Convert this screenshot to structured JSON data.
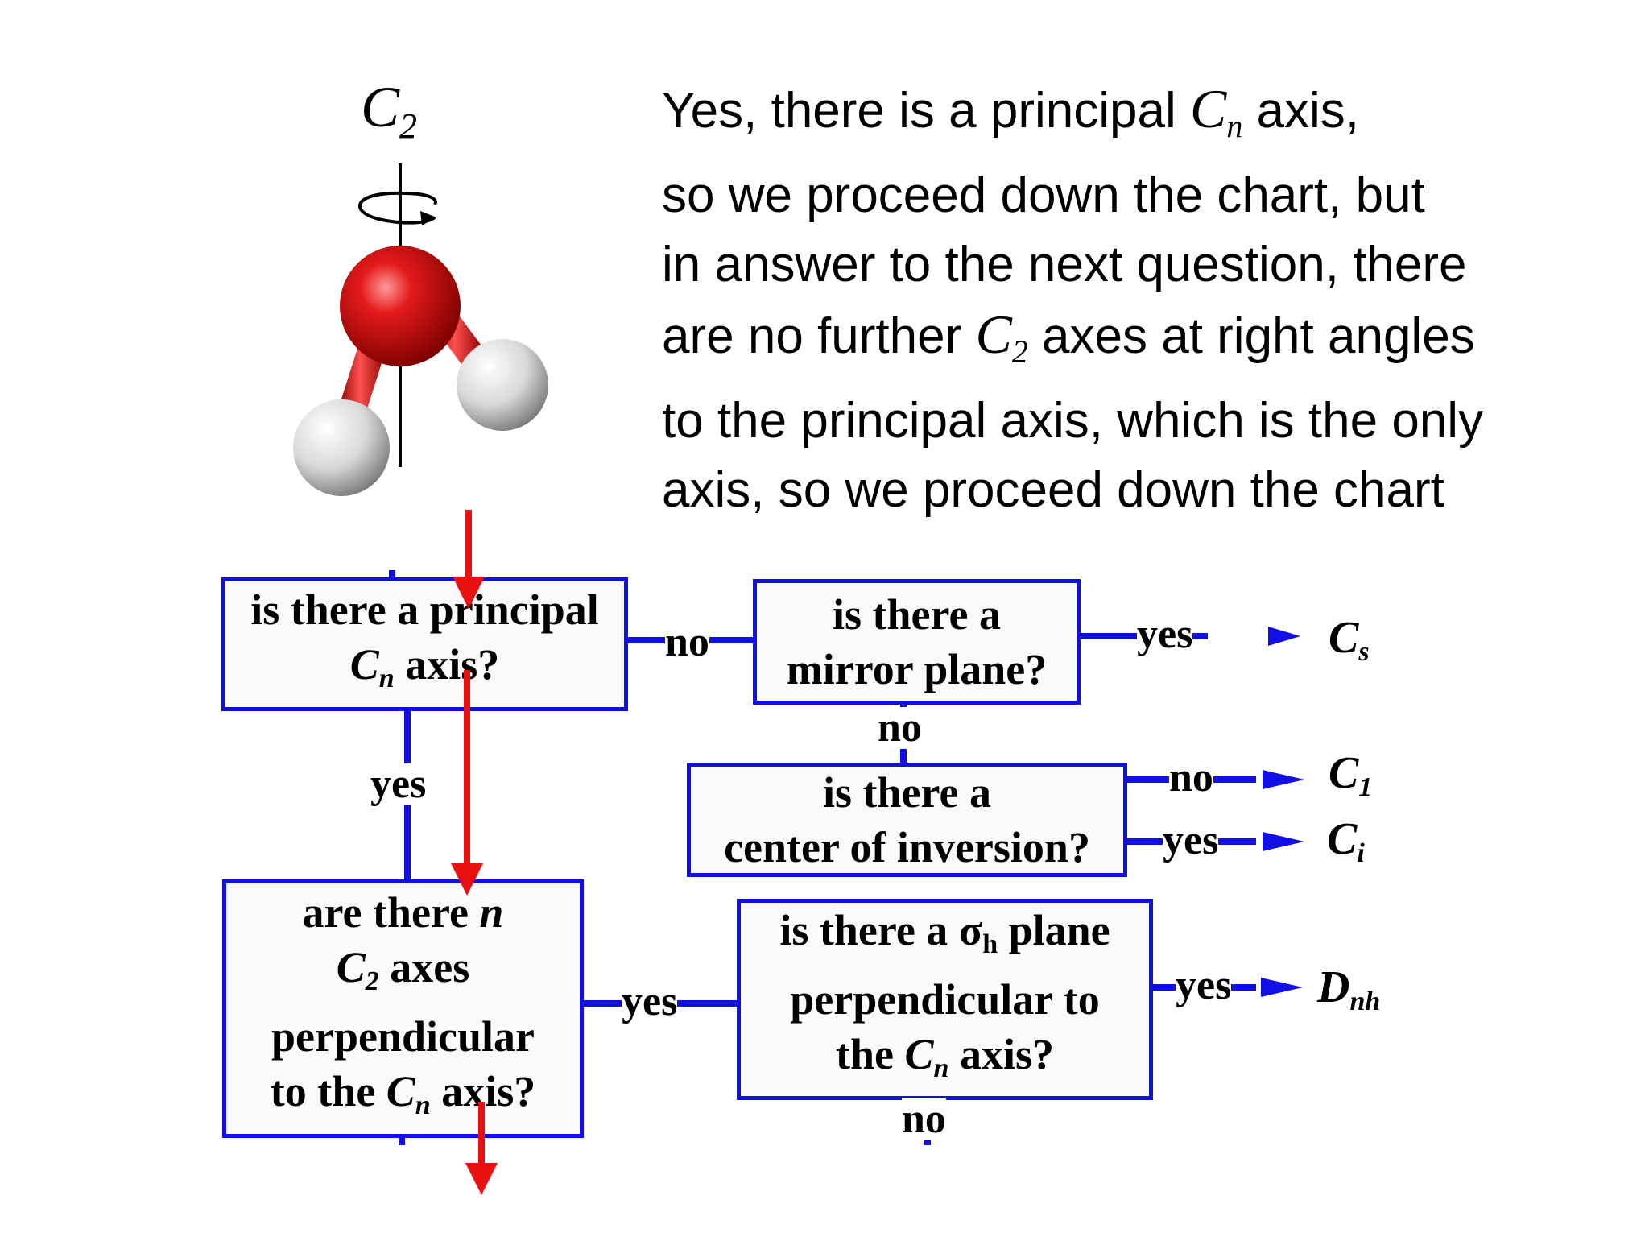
{
  "molecule": {
    "axis_symbol": "C",
    "axis_subscript": "2"
  },
  "explanation": {
    "line1_pre": "Yes, there is a principal ",
    "line1_sym": "C",
    "line1_sub": "n",
    "line1_post": " axis,",
    "line2": "so we proceed down the chart, but",
    "line3": "in answer to the next question, there",
    "line4_pre": "are no further ",
    "line4_sym": "C",
    "line4_sub": "2",
    "line4_post": " axes at right angles",
    "line5": "to the principal axis, which is the only",
    "line6": "axis, so we proceed down the chart"
  },
  "flowchart": {
    "q_principal": {
      "line1": "is there a principal",
      "line2_sym": "C",
      "line2_sub": "n",
      "line2_post": " axis?"
    },
    "q_mirror": {
      "line1": "is there a",
      "line2": "mirror plane?"
    },
    "q_inversion": {
      "line1": "is there a",
      "line2": "center of inversion?"
    },
    "q_c2axes": {
      "line1_pre": "are there ",
      "line1_n": "n",
      "line2_sym": "C",
      "line2_sub": "2",
      "line2_post": " axes",
      "line3": "perpendicular",
      "line4_pre": "to the ",
      "line4_sym": "C",
      "line4_sub": "n",
      "line4_post": " axis?"
    },
    "q_sigma": {
      "line1_pre": "is there a ",
      "line1_sigma": "σ",
      "line1_sub": "h",
      "line1_post": " plane",
      "line2": "perpendicular to",
      "line3_pre": "the ",
      "line3_sym": "C",
      "line3_sub": "n",
      "line3_post": " axis?"
    },
    "labels": {
      "no_principal": "no",
      "yes_principal": "yes",
      "yes_mirror": "yes",
      "no_mirror": "no",
      "no_inversion": "no",
      "yes_inversion": "yes",
      "yes_c2axes": "yes",
      "yes_sigma": "yes",
      "no_sigma": "no"
    },
    "results": {
      "cs": {
        "sym": "C",
        "sub": "s"
      },
      "c1": {
        "sym": "C",
        "sub": "1"
      },
      "ci": {
        "sym": "C",
        "sub": "i"
      },
      "dnh": {
        "sym": "D",
        "sub": "nh"
      }
    },
    "colors": {
      "box_border": "#1010e6",
      "path_arrow": "#e81010",
      "oxygen": "#d81414",
      "hydrogen": "#e6e6e6"
    }
  }
}
